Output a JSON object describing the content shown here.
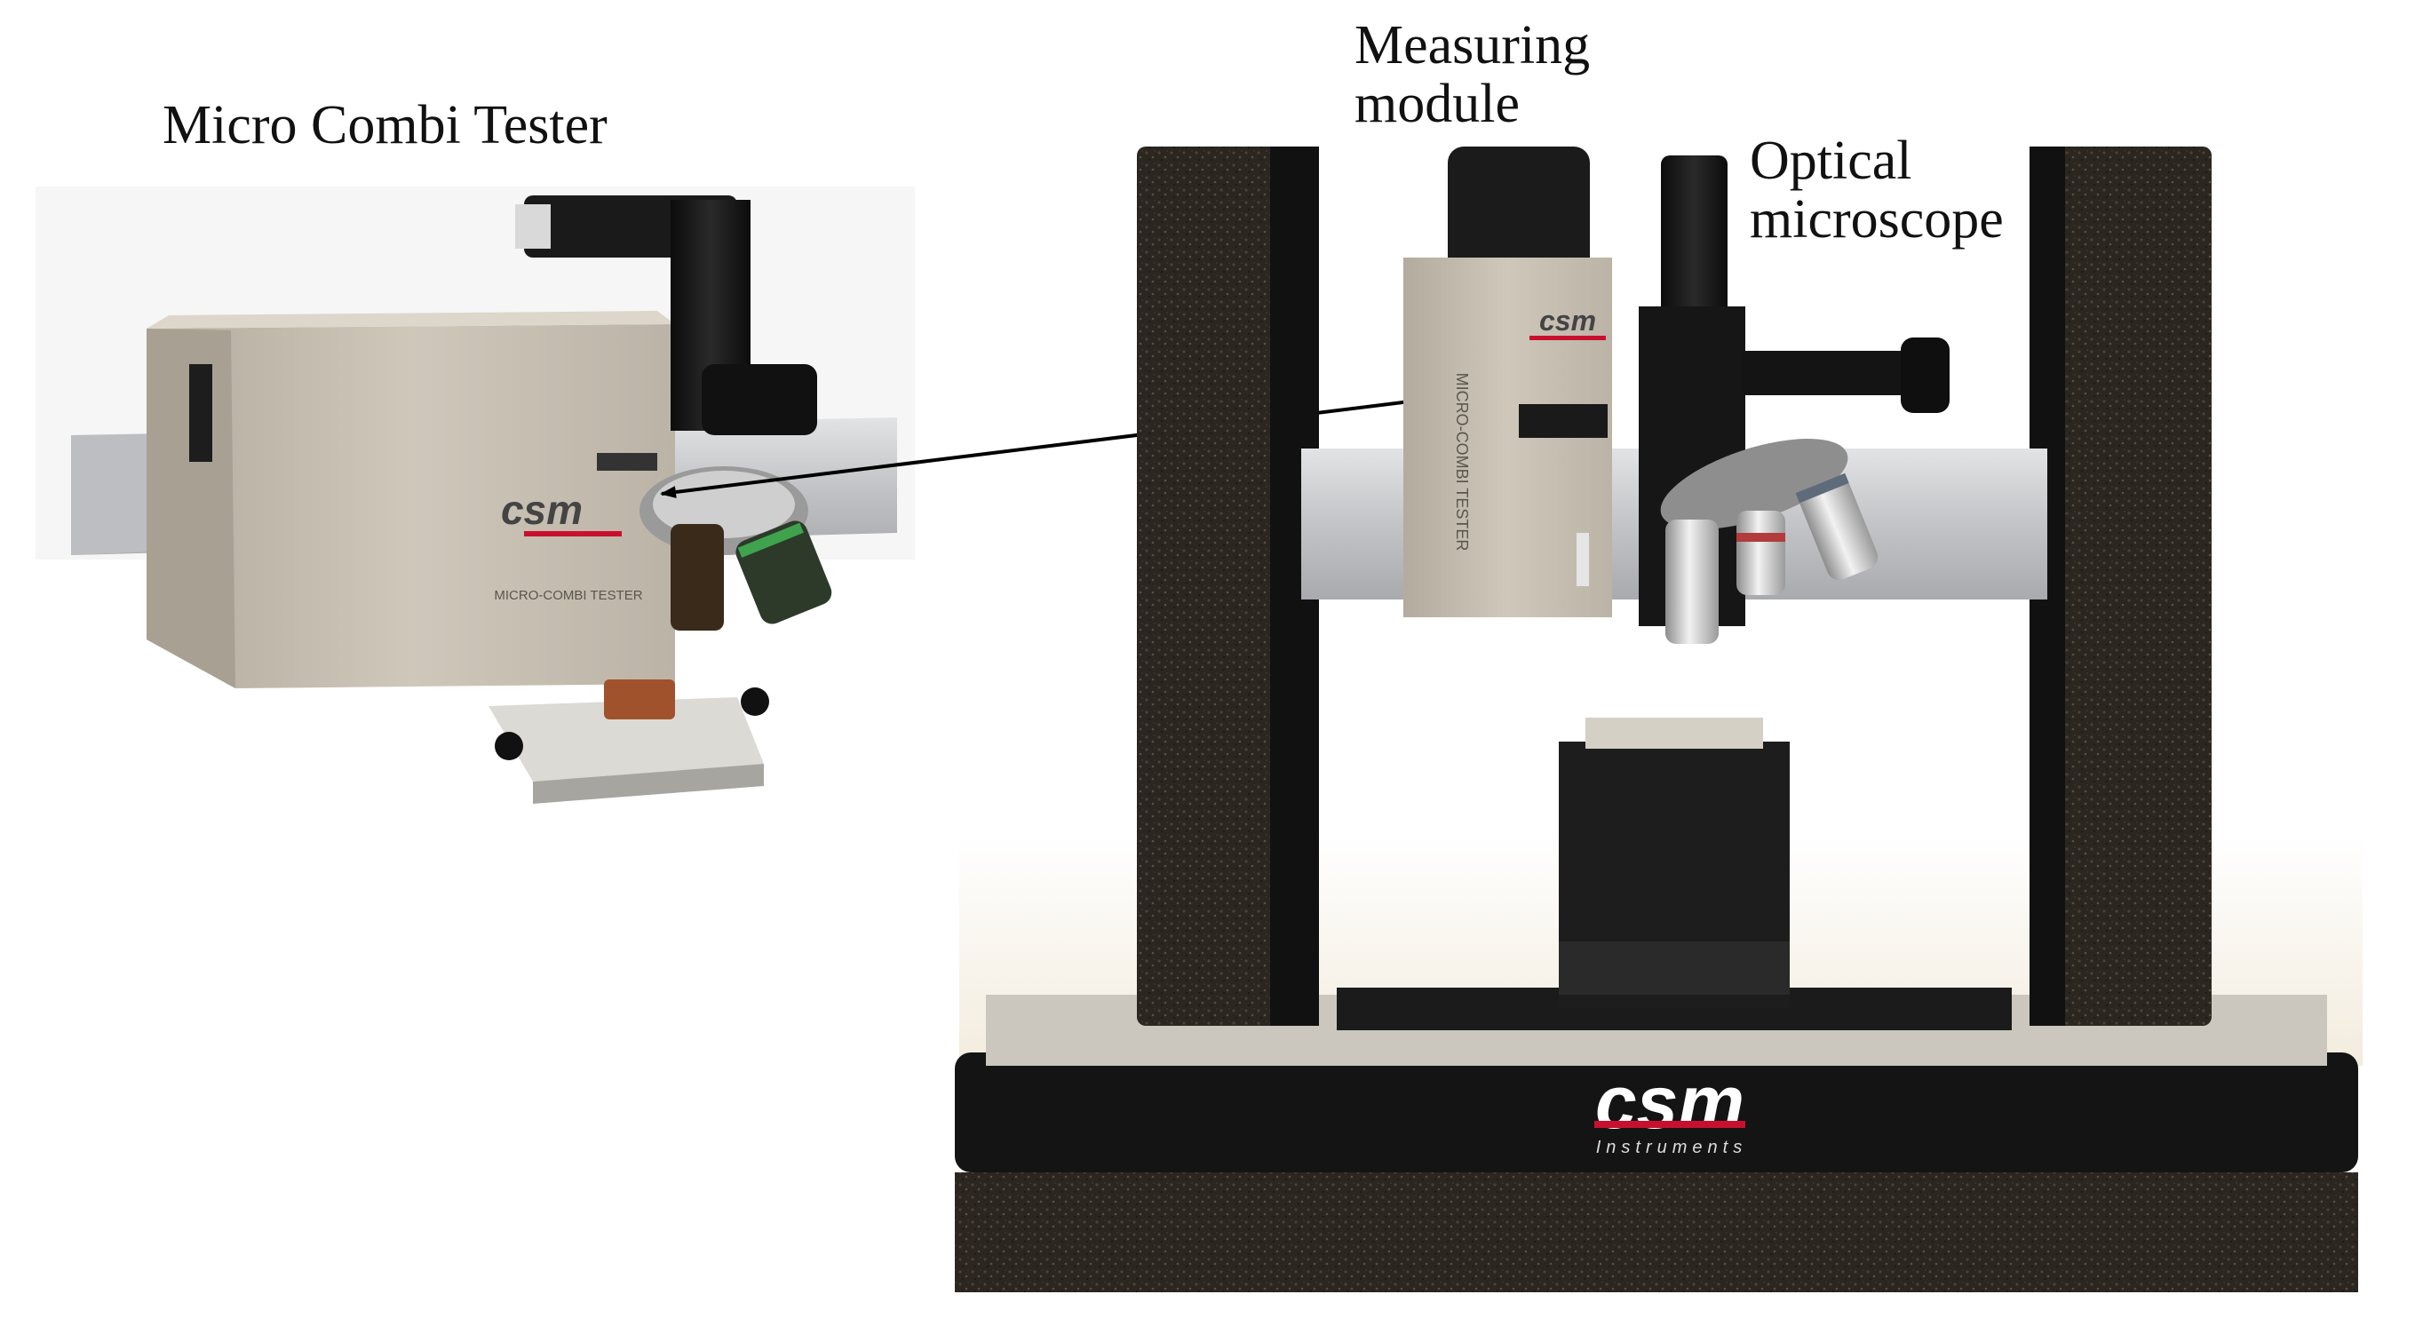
{
  "labels": {
    "micro_combi_tester": "Micro Combi Tester",
    "measuring_module_line1": "Measuring",
    "measuring_module_line2": "module",
    "optical_microscope_line1": "Optical",
    "optical_microscope_line2": "microscope"
  },
  "logos": {
    "brand": "csm",
    "brand_sub": "Instruments",
    "product_text": "MICRO-COMBI TESTER"
  },
  "colors": {
    "housing": "#c9c1b4",
    "pillar": "#2a2620",
    "rail": "#c8c9cc",
    "brand_red": "#c8102e"
  }
}
